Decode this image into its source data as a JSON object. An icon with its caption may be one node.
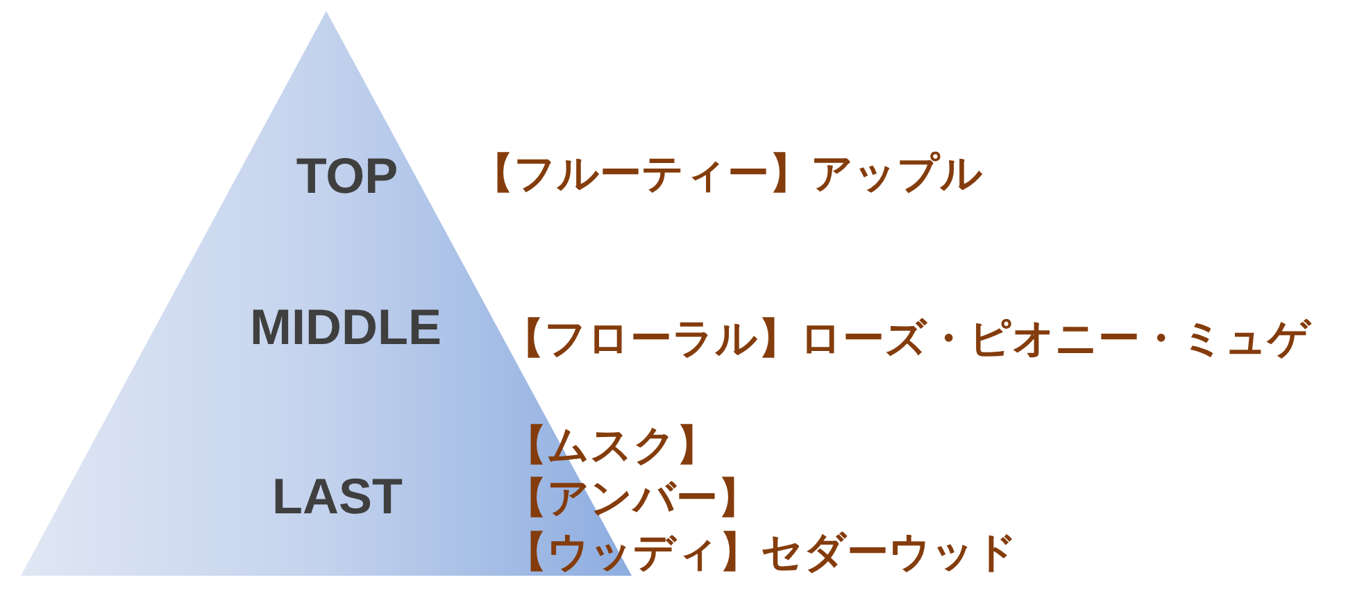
{
  "diagram": {
    "nodes": [
      {
        "text": [
          "TOP",
          "MIDDLE",
          "LAST"
        ]
      }
    ],
    "labels": [
      "【フルーティー】アップル",
      "【フローラル】ローズ・ピオニー・ミュゲ",
      "【ムスク】",
      "【アンバー】",
      "【ウッディ】セダーウッド"
    ]
  }
}
